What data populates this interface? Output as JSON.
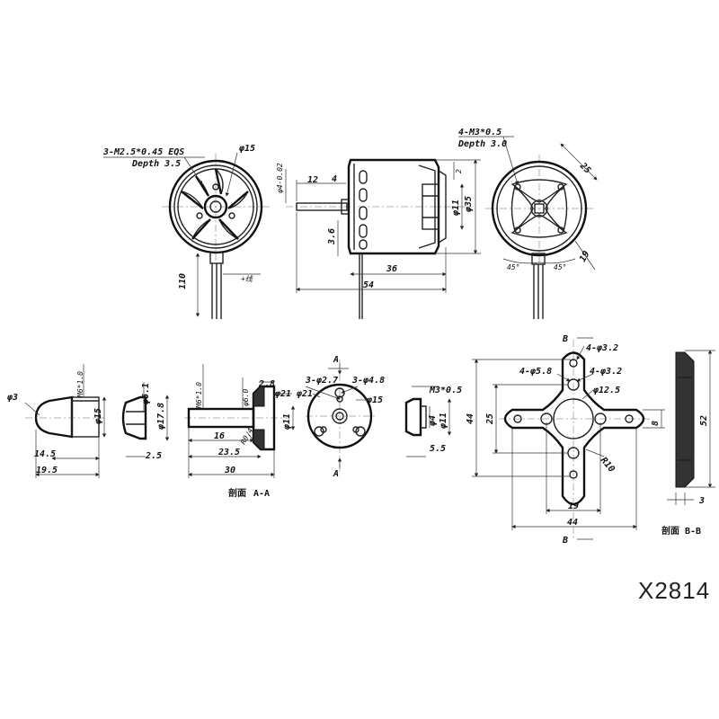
{
  "model": "X2814",
  "motor_front": {
    "hole_spec": "3-M2.5*0.45 EQS",
    "hole_depth": "Depth 3.5",
    "dia": "φ15",
    "wire_len": "110",
    "wire_note": "+线"
  },
  "motor_side": {
    "shaft_dia": "φ4-0.02",
    "dim_12": "12",
    "dim_4": "4",
    "dim_3_6": "3.6",
    "dim_36": "36",
    "dim_54": "54",
    "dim_35": "φ35",
    "dim_11": "φ11",
    "dim_2": "2"
  },
  "motor_rear": {
    "hole_spec": "4-M3*0.5",
    "hole_depth": "Depth 3.0",
    "dim_25": "25",
    "dim_45a": "45°",
    "dim_45b": "45°",
    "dim_19": "19"
  },
  "spinner": {
    "thread": "M6*1.0",
    "dia3": "φ3",
    "dia15": "φ15",
    "dim_14_5": "14.5",
    "dim_19_5": "19.5"
  },
  "washer": {
    "dia6_1": "φ6.1",
    "dia17_8": "φ17.8",
    "dim_2_5": "2.5"
  },
  "prop_adapter": {
    "thread": "M6*1.0",
    "dia6": "φ6.0",
    "dim_2_8": "2.8",
    "dia21": "φ21",
    "dia11": "φ11",
    "dim_16": "16",
    "dim_23_5": "23.5",
    "dim_30": "30",
    "r04": "R0.4",
    "section": "A-A",
    "section_prefix": "剖面"
  },
  "hub_front": {
    "holes_a": "3-φ2.7",
    "holes_b": "3-φ4.8",
    "dia21": "φ21",
    "dia15": "φ15",
    "label_a": "A"
  },
  "nut": {
    "thread": "M3*0.5",
    "dia11": "φ11",
    "dia4": "φ4",
    "dim_5_5": "5.5"
  },
  "cross_mount": {
    "holes_32a": "4-φ3.2",
    "holes_58": "4-φ5.8",
    "holes_32b": "4-φ3.2",
    "dia12_5": "φ12.5",
    "dim_44v": "44",
    "dim_25": "25",
    "dim_8": "8",
    "r10": "R10",
    "dim_19": "19",
    "dim_44h": "44",
    "label_b": "B",
    "dim_52": "52",
    "dim_3": "3",
    "section": "B-B",
    "section_prefix": "剖面"
  }
}
